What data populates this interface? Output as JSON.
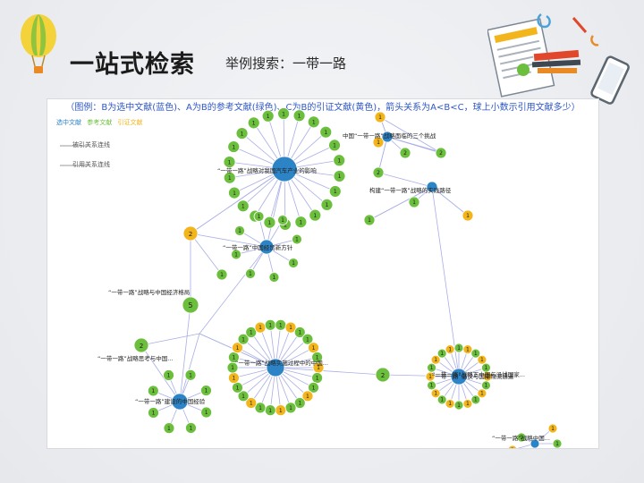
{
  "slide": {
    "title": "一站式检索",
    "subtitle": "举例搜索：一带一路"
  },
  "graph": {
    "header": "（图例：B为选中文献(蓝色)、A为B的参考文献(绿色)、C为B的引证文献(黄色)，箭头关系为A<B<C，球上小数示引用文献多少）",
    "legend": [
      "选中文献",
      "参考文献",
      "引证文献"
    ],
    "legend_lines": [
      "被引关系连线",
      "引用关系连线"
    ],
    "colors": {
      "selected": "#2c84c6",
      "reference": "#6cbf3d",
      "citing": "#f2b51c",
      "edge": "#a9aee6"
    },
    "hubs": [
      {
        "label": "中国“一带一路”战略面临的三个挑战"
      },
      {
        "label": "“一带一路”战略对我国汽车产业的影响"
      },
      {
        "label": "构建“一带一路”战略的实践路径"
      },
      {
        "label": "“一带一路”中国经贸新方针"
      },
      {
        "label": "“一带一路”战略与中国经济格局"
      },
      {
        "label": "“一带一路”战略实施过程中的中国..."
      },
      {
        "label": "“一带一路”倡议与国际物流通道"
      },
      {
        "label": "“一带一路”战略思考与中国..."
      },
      {
        "label": "“一带一路”建设的中国经验"
      },
      {
        "label": "“一带一路”战略下中国与沿线国家..."
      },
      {
        "label": "“一带一路”战略中国..."
      }
    ]
  }
}
